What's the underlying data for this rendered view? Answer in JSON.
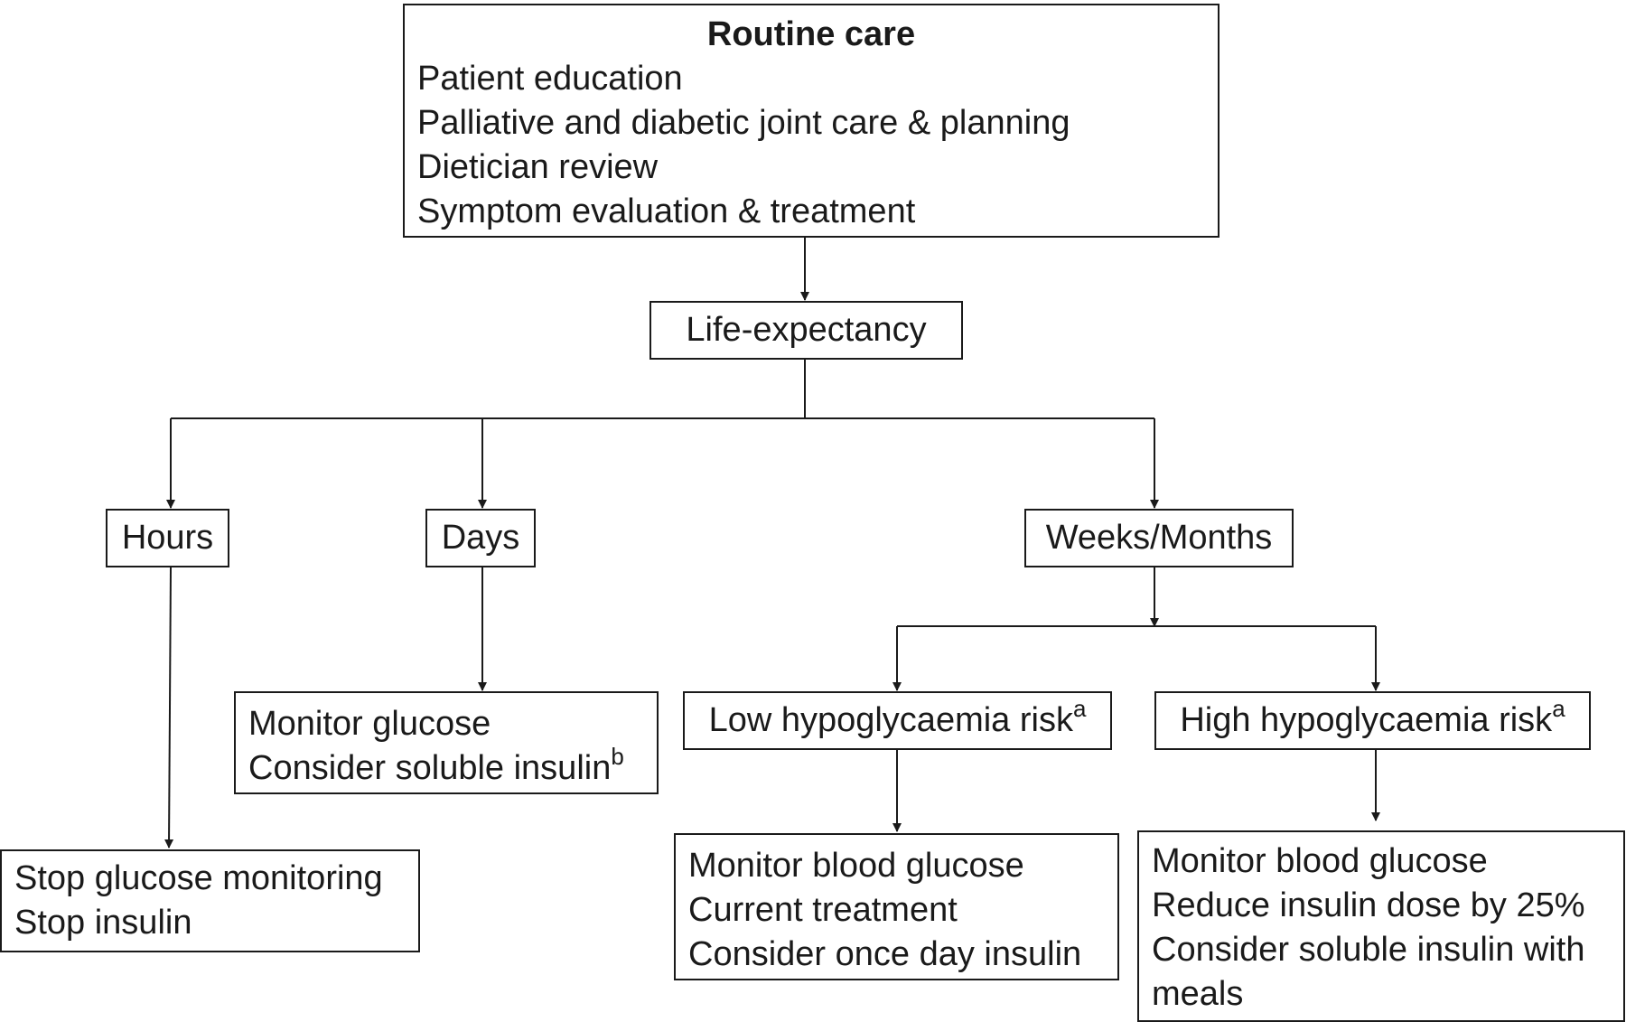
{
  "routine_care": {
    "title": "Routine care",
    "items": [
      "Patient education",
      "Palliative and diabetic joint care & planning",
      "Dietician review",
      "Symptom evaluation & treatment"
    ]
  },
  "life_expectancy": {
    "label": "Life-expectancy"
  },
  "branches": {
    "hours": {
      "label": "Hours",
      "actions": [
        "Stop glucose monitoring",
        "Stop insulin"
      ]
    },
    "days": {
      "label": "Days",
      "actions": [
        "Monitor glucose",
        "Consider soluble insulin"
      ],
      "footnote": "b"
    },
    "weeks_months": {
      "label": "Weeks/Months",
      "low_risk": {
        "label": "Low hypoglycaemia risk",
        "footnote": "a",
        "actions": [
          "Monitor blood glucose",
          "Current treatment",
          "Consider once day insulin"
        ]
      },
      "high_risk": {
        "label": "High hypoglycaemia risk",
        "footnote": "a",
        "actions": [
          "Monitor blood glucose",
          "Reduce insulin dose by 25%",
          "Consider soluble insulin with meals"
        ]
      }
    }
  }
}
